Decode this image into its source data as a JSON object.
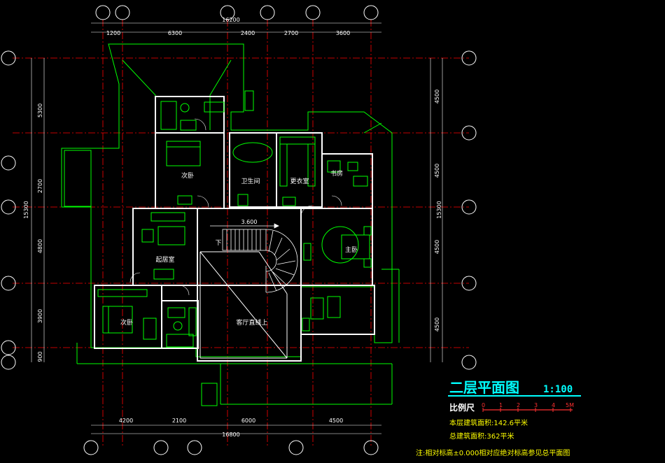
{
  "dims": {
    "top_total": "16200",
    "top_segments": [
      "1200",
      "6300",
      "2400",
      "2700",
      "3600"
    ],
    "bottom_total": "16800",
    "bottom_segments": [
      "4200",
      "2100",
      "6000",
      "4500"
    ],
    "left_total": "15300",
    "left_segments": [
      "5300",
      "2700",
      "4800",
      "3900",
      "900"
    ],
    "right_total": "15300",
    "right_segments": [
      "4500",
      "4500",
      "4500",
      "4500"
    ]
  },
  "rooms": {
    "bedroom_ne": "次卧",
    "bathroom": "卫生间",
    "cloakroom": "更衣室",
    "study": "书房",
    "master": "主卧",
    "living": "起居室",
    "bedroom_sw": "次卧",
    "void": "客厅直线上",
    "stair_down": "下",
    "level": "3.600"
  },
  "legend": {
    "title": "二层平面图",
    "scale_ratio": "1:100",
    "scale_label": "比例尺",
    "ruler_ticks": [
      "0",
      "1",
      "2",
      "3",
      "4",
      "5M"
    ],
    "floor_area": "本层建筑面积:142.6平米",
    "total_area": "总建筑面积:362平米",
    "note": "注:相对标高±0.000相对应绝对标高参见总平面图"
  },
  "colors": {
    "background": "#000000",
    "walls": "#ffffff",
    "outline": "#00ff00",
    "axis": "#ff0000",
    "title": "#00ffff",
    "note": "#ffff00"
  }
}
